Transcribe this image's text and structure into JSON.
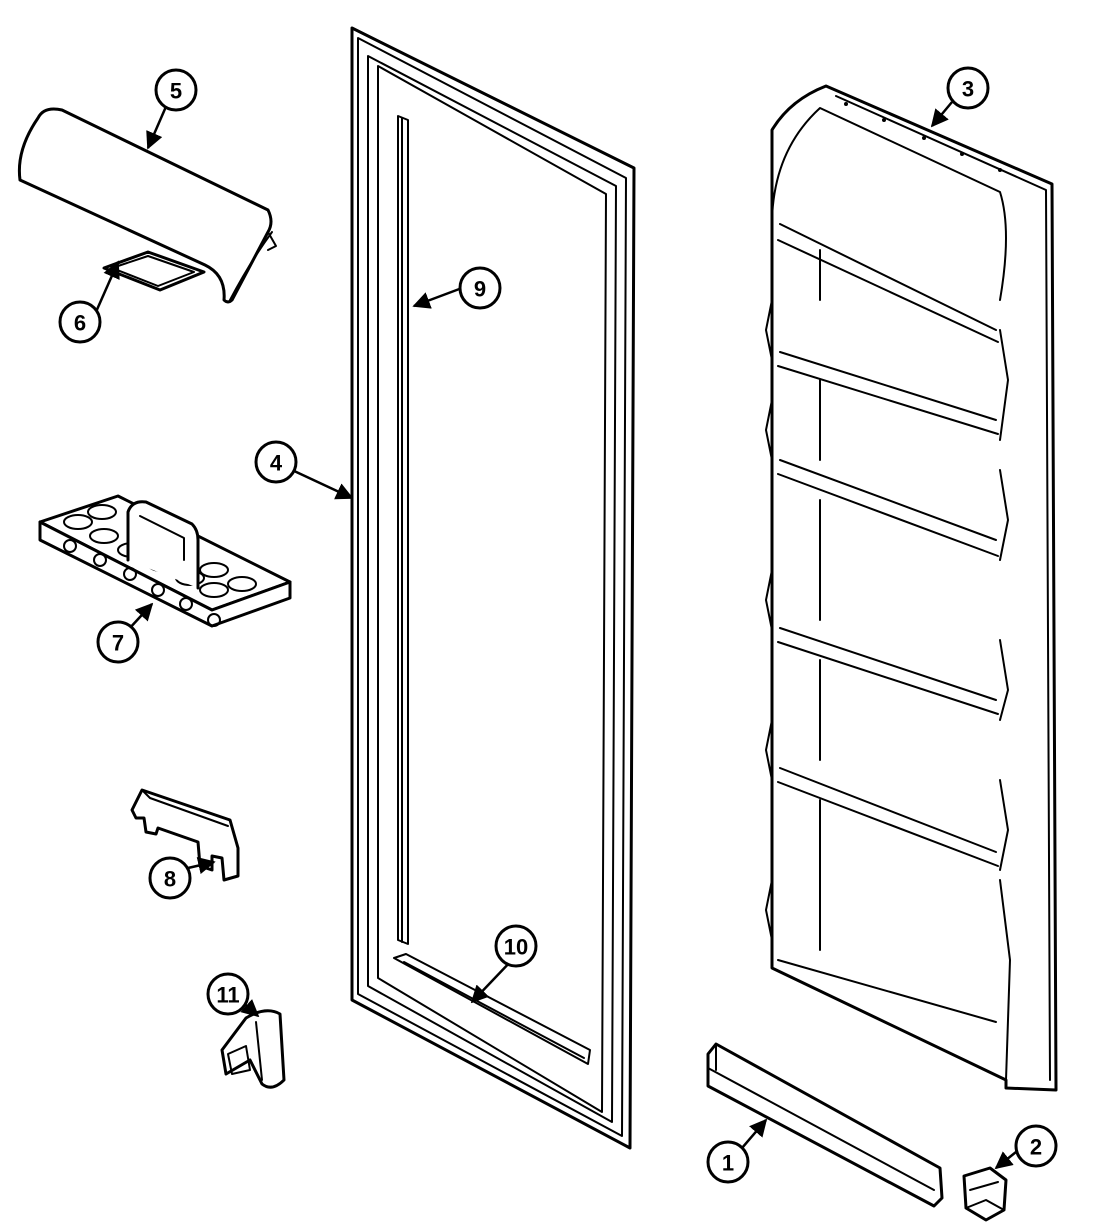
{
  "colors": {
    "line": "#000000",
    "background": "#ffffff"
  },
  "callouts": [
    {
      "id": "1",
      "label": "1"
    },
    {
      "id": "2",
      "label": "2"
    },
    {
      "id": "3",
      "label": "3"
    },
    {
      "id": "4",
      "label": "4"
    },
    {
      "id": "5",
      "label": "5"
    },
    {
      "id": "6",
      "label": "6"
    },
    {
      "id": "7",
      "label": "7"
    },
    {
      "id": "8",
      "label": "8"
    },
    {
      "id": "9",
      "label": "9"
    },
    {
      "id": "10",
      "label": "10"
    },
    {
      "id": "11",
      "label": "11"
    }
  ]
}
